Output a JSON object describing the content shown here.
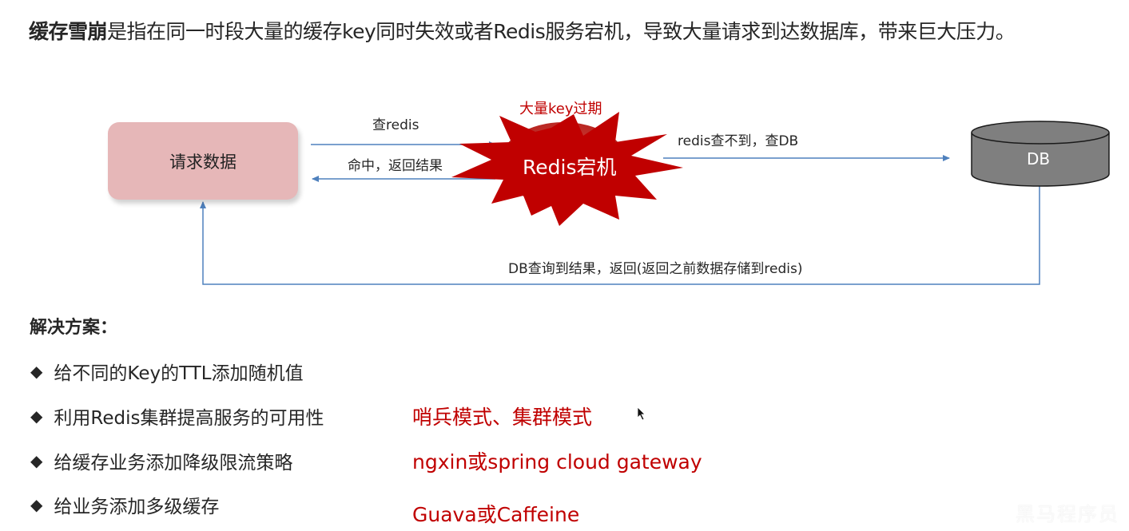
{
  "headline": {
    "term": "缓存雪崩",
    "definition": "是指在同一时段大量的缓存key同时失效或者Redis服务宕机，导致大量请求到达数据库，带来巨大压力。"
  },
  "diagram": {
    "request_box": "请求数据",
    "arrow_query_redis": "查redis",
    "arrow_hit_return": "命中，返回结果",
    "crash_caption": "大量key过期",
    "crash_label": "Redis宕机",
    "arrow_query_db": "redis查不到，查DB",
    "db_label": "DB",
    "arrow_db_return": "DB查询到结果，返回(返回之前数据存储到redis)",
    "colors": {
      "request_box": "#e6b7b8",
      "arrow": "#4f81bd",
      "starburst": "#c00000",
      "db": "#808080",
      "accent_text": "#c00000"
    }
  },
  "solutions": {
    "title": "解决方案：",
    "bullet_icon": "diamond-bullet-icon",
    "items": [
      {
        "text": "给不同的Key的TTL添加随机值",
        "note": ""
      },
      {
        "text": "利用Redis集群提高服务的可用性",
        "note": "哨兵模式、集群模式"
      },
      {
        "text": "给缓存业务添加降级限流策略",
        "note": "ngxin或spring cloud gateway"
      },
      {
        "text": "给业务添加多级缓存",
        "note": "Guava或Caffeine"
      }
    ]
  },
  "watermark": "黑马程序员"
}
